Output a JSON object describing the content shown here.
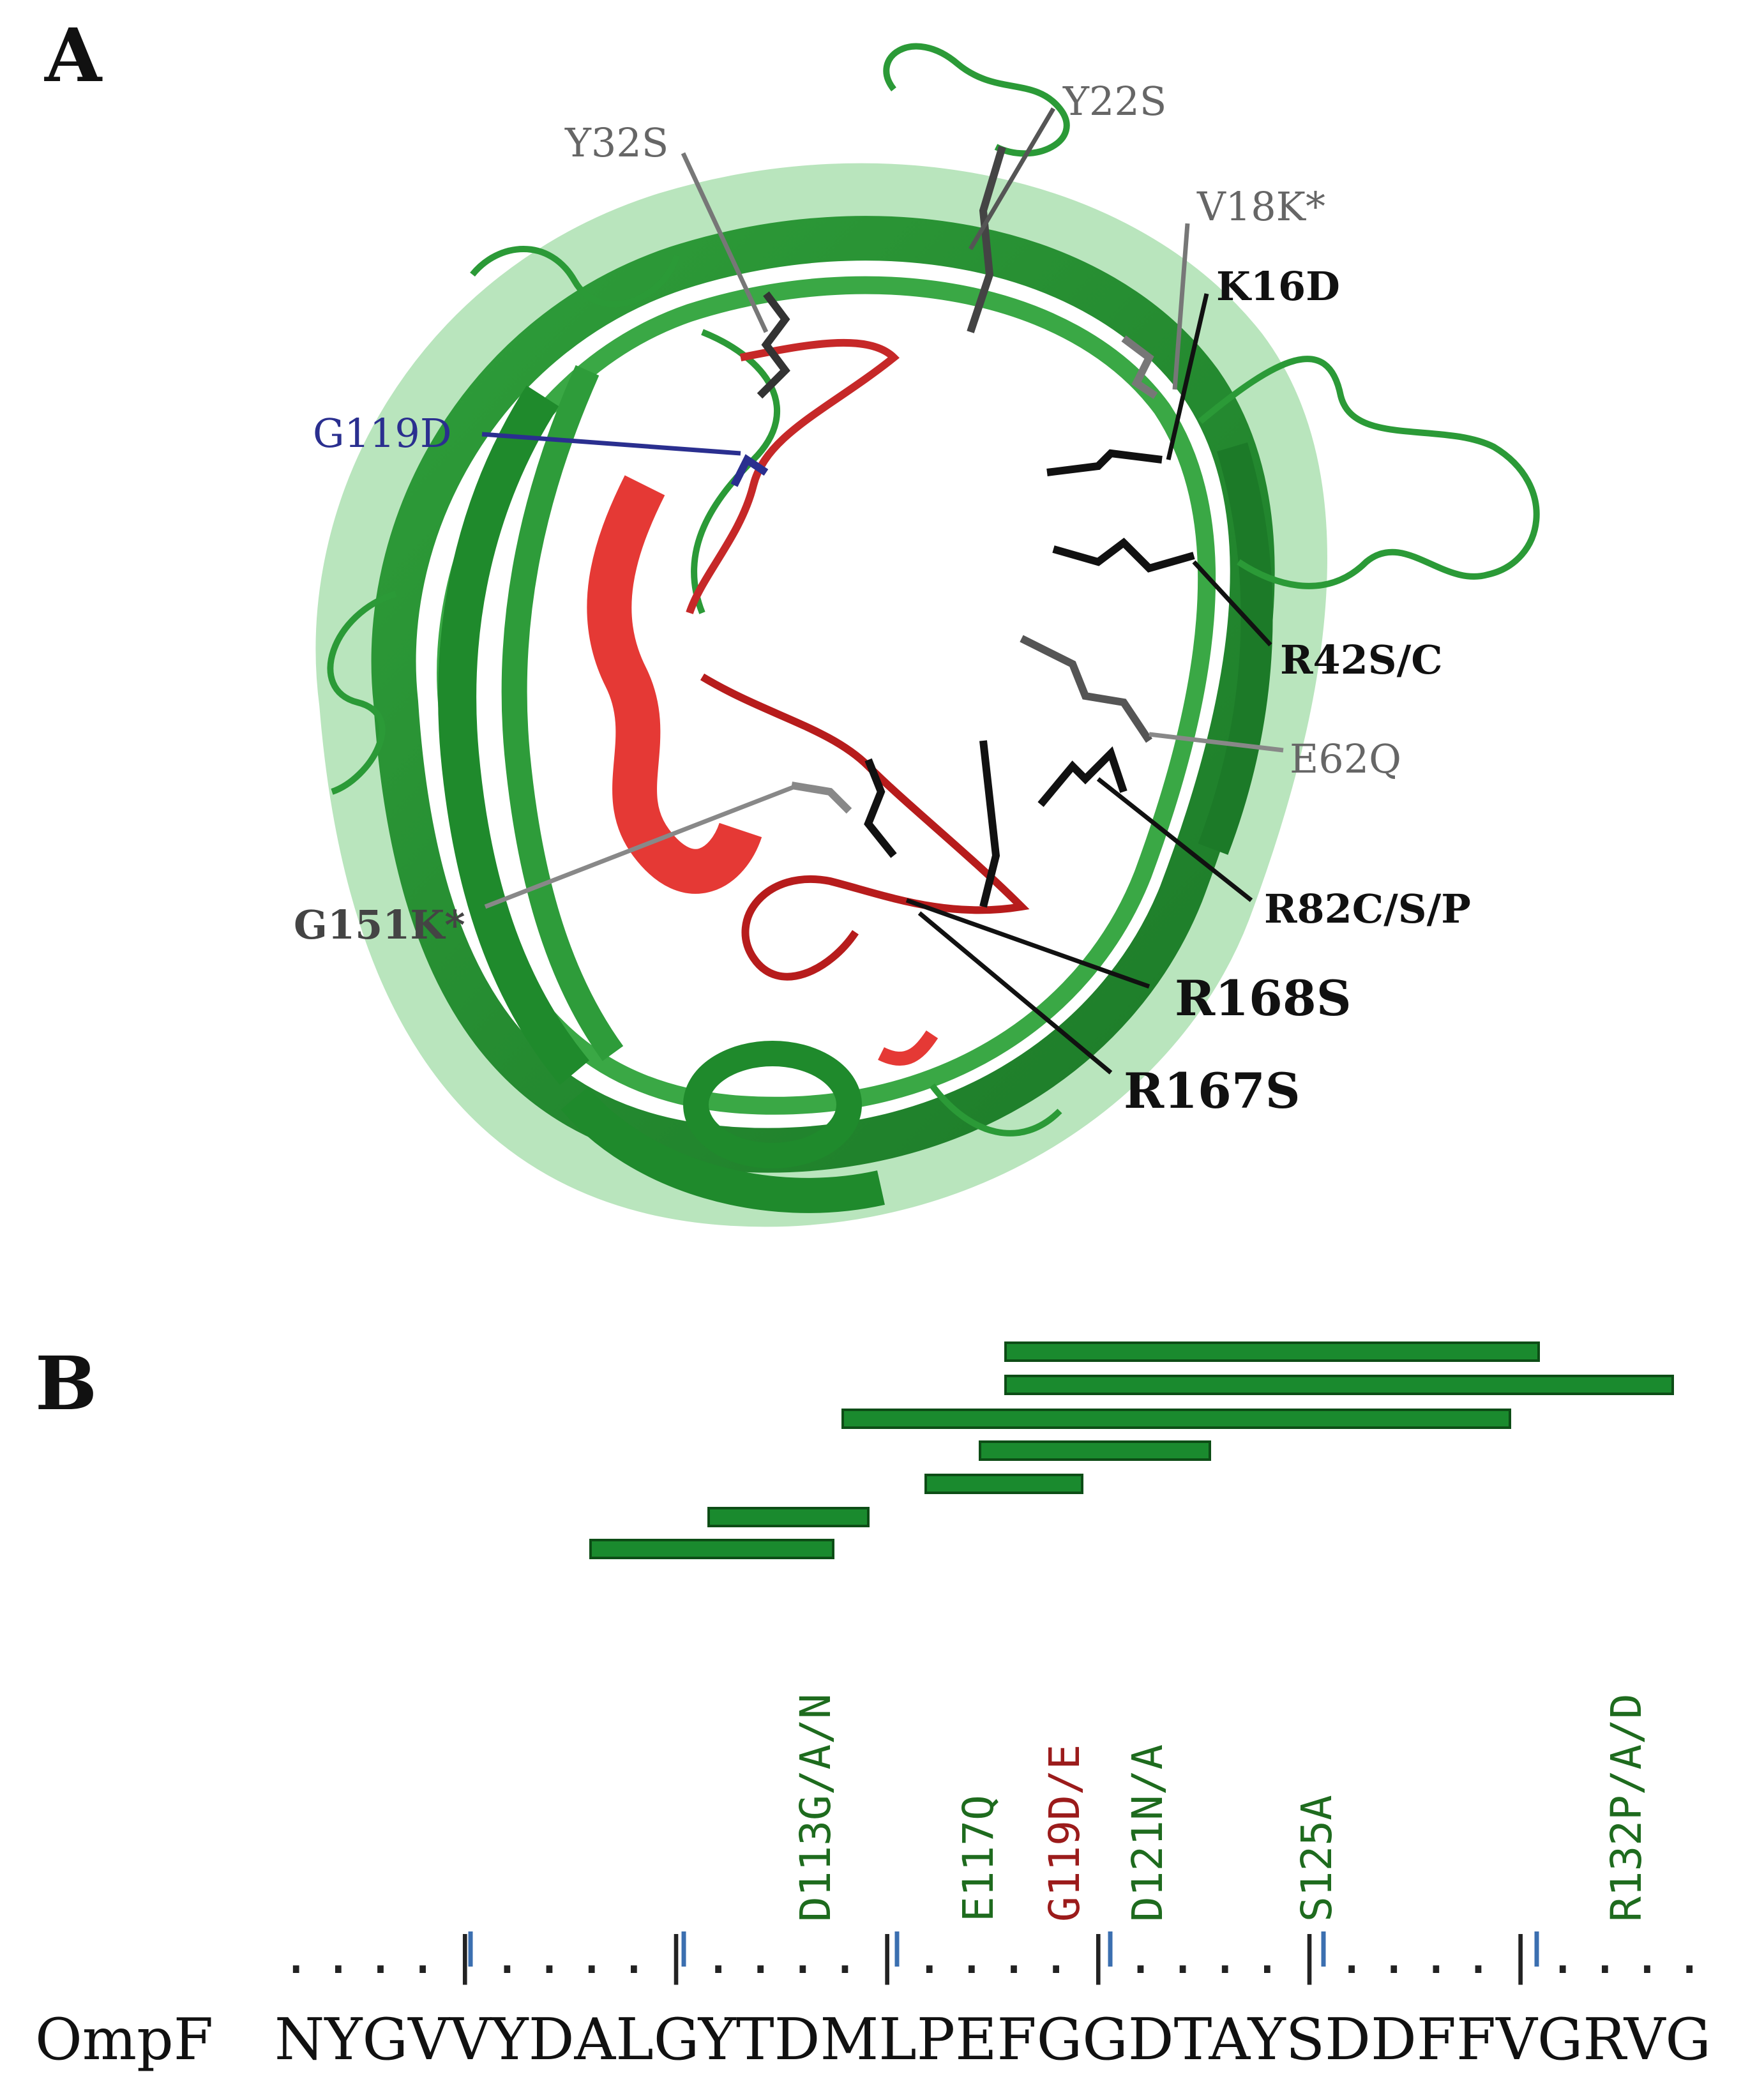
{
  "panels": {
    "a": {
      "label": "A"
    },
    "b": {
      "label": "B"
    }
  },
  "structure": {
    "labels": [
      {
        "id": "y32s",
        "text": "Y32S",
        "color": "#666666"
      },
      {
        "id": "y22s",
        "text": "Y22S",
        "color": "#666666"
      },
      {
        "id": "v18k",
        "text": "V18K*",
        "color": "#666666"
      },
      {
        "id": "k16d",
        "text": "K16D",
        "color": "#111111"
      },
      {
        "id": "g119d",
        "text": "G119D",
        "color": "#2a2f8f"
      },
      {
        "id": "r42s",
        "text": "R42S/C",
        "color": "#111111"
      },
      {
        "id": "e62q",
        "text": "E62Q",
        "color": "#666666"
      },
      {
        "id": "r82c",
        "text": "R82C/S/P",
        "color": "#111111"
      },
      {
        "id": "g151k",
        "text": "G151K*",
        "color": "#444444"
      },
      {
        "id": "r168s",
        "text": "R168S",
        "color": "#111111"
      },
      {
        "id": "r167s",
        "text": "R167S",
        "color": "#111111"
      }
    ]
  },
  "alignment": {
    "protein_label": "OmpF",
    "sequence": "NYGVVYDALGYTDMLPEFGGDTAYSDDFFVGRVG",
    "ruler_dots": "....|....|....|....|....|....|....",
    "mutations": [
      {
        "text": "D113G/A/N",
        "color": "#1e6b1e"
      },
      {
        "text": "E117Q",
        "color": "#1e6b1e"
      },
      {
        "text": "G119D/E",
        "color": "#9b1b1b"
      },
      {
        "text": "D121N/A",
        "color": "#1e6b1e"
      },
      {
        "text": "S125A",
        "color": "#1e6b1e"
      },
      {
        "text": "R132P/A/D",
        "color": "#1e6b1e"
      }
    ],
    "bar_color": "#1a8a2e"
  }
}
